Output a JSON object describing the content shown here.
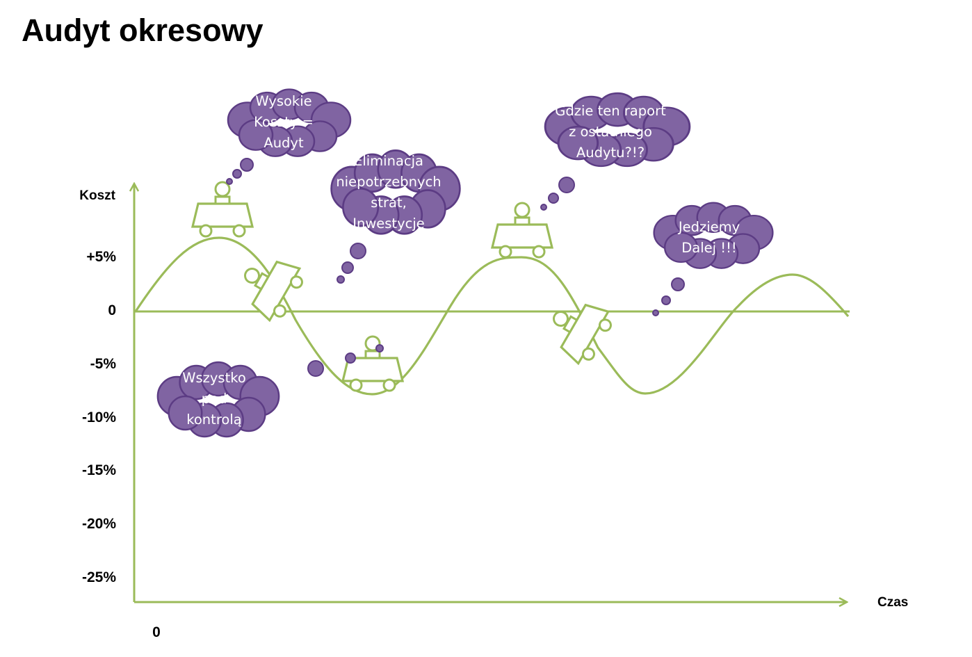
{
  "title": "Audyt okresowy",
  "colors": {
    "curve": "#9bbb59",
    "bubble_fill": "#8064a2",
    "bubble_stroke": "#5c3c84",
    "bubble_text": "#ffffff"
  },
  "axes": {
    "y_label": "Koszt",
    "x_label": "Czas",
    "x_origin_label": "0",
    "y_ticks": [
      "+5%",
      "0",
      "-5%",
      "-10%",
      "-15%",
      "-20%",
      "-25%"
    ]
  },
  "bubbles": [
    {
      "lines": [
        "Wysokie",
        "Koszty =",
        "Audyt"
      ]
    },
    {
      "lines": [
        "Eliminacja",
        "niepotrzebnych",
        "strat,",
        "Inwestycje"
      ]
    },
    {
      "lines": [
        "Gdzie ten raport",
        "z ostatniego",
        "Audytu?!?"
      ]
    },
    {
      "lines": [
        "Jedziemy",
        "Dalej !!!"
      ]
    },
    {
      "lines": [
        "Wszystko",
        "pod",
        "kontrolą"
      ]
    }
  ]
}
